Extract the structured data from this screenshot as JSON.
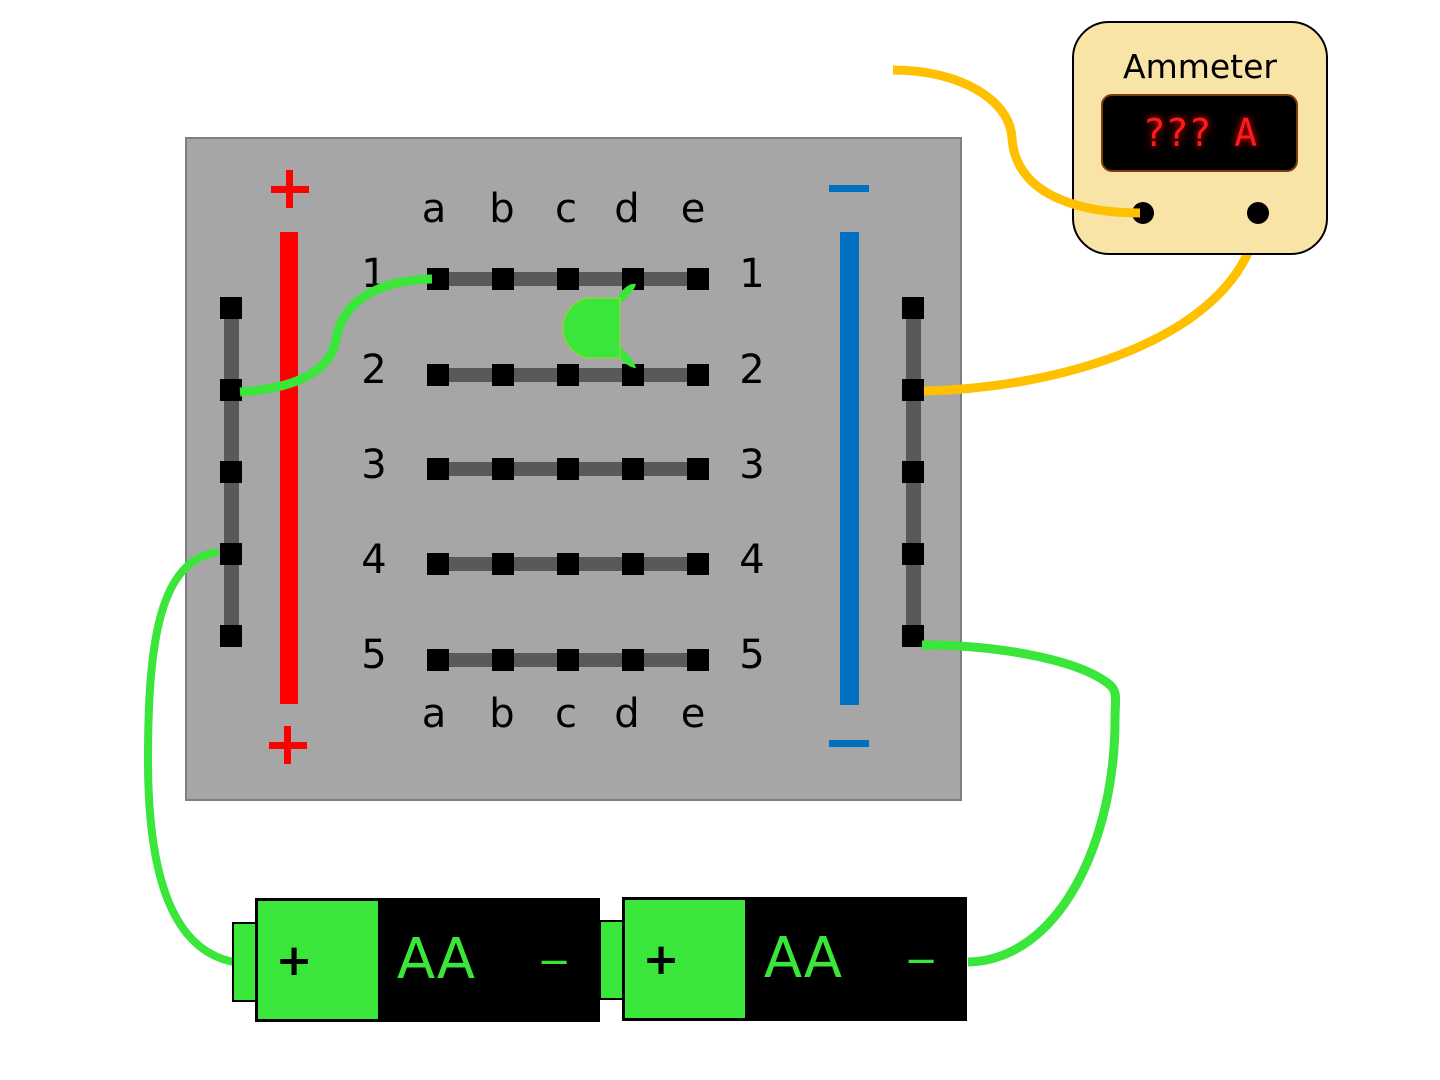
{
  "colors": {
    "board": "#a6a6a6",
    "board_border": "#7f7f7f",
    "plus_rail": "#ff0000",
    "minus_rail": "#0070c0",
    "strip": "#595959",
    "hole": "#000000",
    "wire_green": "#39e639",
    "wire_yellow": "#ffc000",
    "meter_body": "#f9e4a8",
    "meter_display": "#000000",
    "meter_text": "#ff1a1a",
    "battery_body": "#000000",
    "battery_cap": "#39e639"
  },
  "breadboard": {
    "columns": [
      "a",
      "b",
      "c",
      "d",
      "e"
    ],
    "rows": [
      "1",
      "2",
      "3",
      "4",
      "5"
    ],
    "plus_symbol": "+",
    "minus_symbol": "−",
    "left_rail_holes": 5,
    "right_rail_holes": 5
  },
  "led": {
    "color": "green",
    "legs": [
      "1d",
      "2d"
    ]
  },
  "ammeter": {
    "title": "Ammeter",
    "reading": "??? A"
  },
  "batteries": [
    {
      "label": "AA",
      "plus": "+",
      "minus": "−"
    },
    {
      "label": "AA",
      "plus": "+",
      "minus": "−"
    }
  ],
  "wires": [
    {
      "color": "green",
      "from": "left-rail-hole-2",
      "to": "1a"
    },
    {
      "color": "green",
      "from": "left-rail-hole-4",
      "to": "battery-1-plus"
    },
    {
      "color": "green",
      "from": "right-rail-hole-5",
      "to": "battery-2-minus"
    },
    {
      "color": "yellow",
      "from": "right-rail-hole-2",
      "to": "ammeter-terminal-2"
    },
    {
      "color": "yellow",
      "from": "ammeter-terminal-1",
      "to": "unconnected"
    }
  ]
}
